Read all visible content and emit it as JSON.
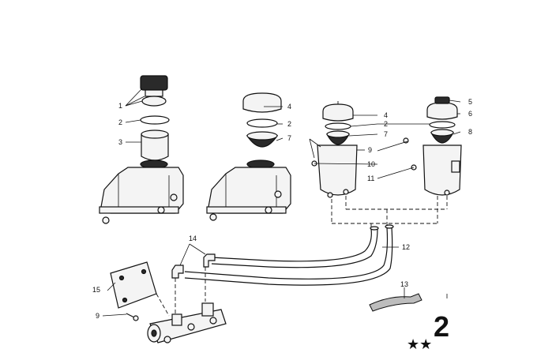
{
  "callouts": {
    "c1": "1",
    "c2a": "2",
    "c3": "3",
    "c4a": "4",
    "c2b": "2",
    "c7a": "7",
    "c4b": "4",
    "c2c": "2",
    "c7b": "7",
    "c5": "5",
    "c6": "6",
    "c8": "8",
    "c9a": "9",
    "c10": "10",
    "c11": "11",
    "c12": "12",
    "c13": "13",
    "c14": "14",
    "c15": "15",
    "c9b": "9"
  },
  "corner_mark": "2",
  "stars": "★★"
}
